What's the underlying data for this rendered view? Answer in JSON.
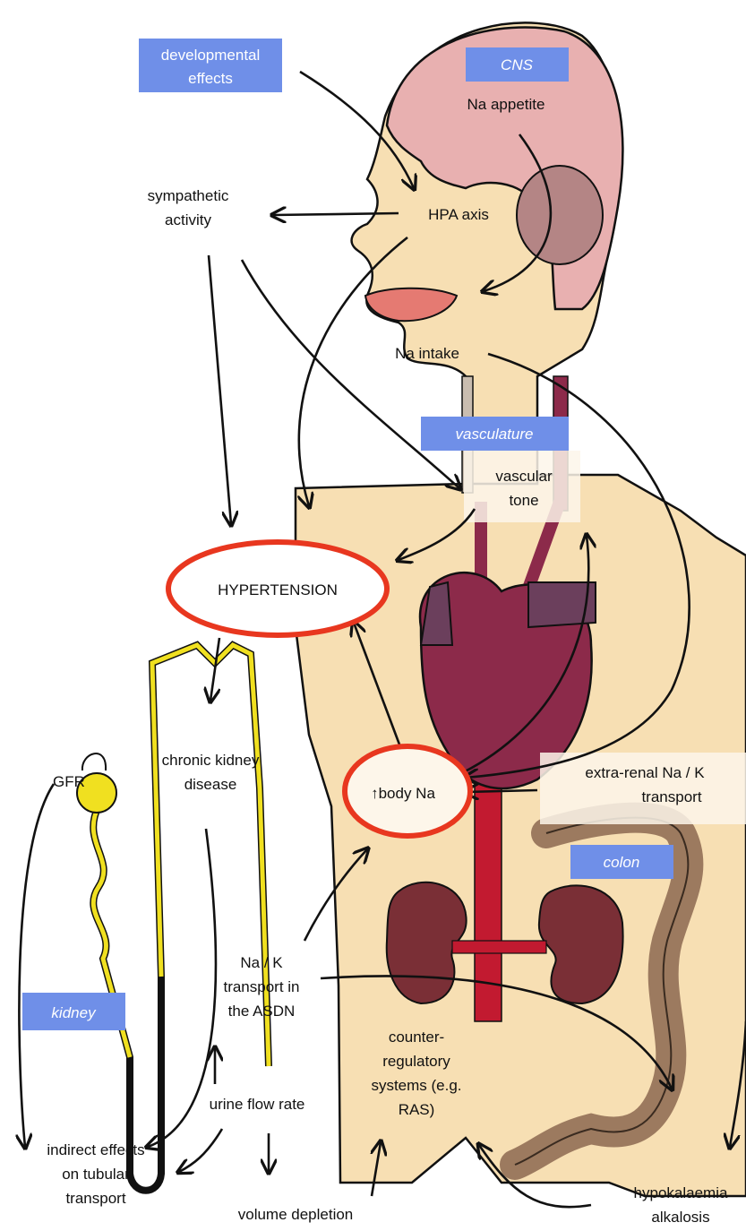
{
  "tags": {
    "developmental": [
      "developmental",
      "effects"
    ],
    "cns": "CNS",
    "vasculature": "vasculature",
    "colon": "colon",
    "kidney": "kidney"
  },
  "labels": {
    "na_appetite": "Na appetite",
    "sympathetic": [
      "sympathetic",
      "activity"
    ],
    "hpa": "HPA axis",
    "na_intake": "Na intake",
    "vascular_tone": [
      "vascular",
      "tone"
    ],
    "hypertension": "HYPERTENSION",
    "ckd": [
      "chronic kidney",
      "disease"
    ],
    "gfr": "GFR",
    "body_na": "↑body Na",
    "extra_renal": [
      "extra-renal Na / K",
      "transport"
    ],
    "na_k_asdn": [
      "Na / K",
      "transport in",
      "the ASDN"
    ],
    "counter": [
      "counter-",
      "regulatory",
      "systems (e.g.",
      "RAS)"
    ],
    "urine_flow": "urine flow rate",
    "indirect": [
      "indirect effects",
      "on tubular",
      "transport"
    ],
    "volume_depletion": "volume depletion",
    "hypokalaemia": [
      "hypokalaemia",
      "alkalosis"
    ]
  },
  "colors": {
    "skin": "#f7dfb3",
    "brain": "#e8b0b0",
    "heart": "#8c2a4a",
    "aorta": "#c21a30",
    "kidney_organ": "#7a2f36",
    "colon": "#9c7a5f",
    "nephron": "#f0e020",
    "highlight_oval": "#e8371f",
    "tag_blue": "#6f8fe8"
  }
}
